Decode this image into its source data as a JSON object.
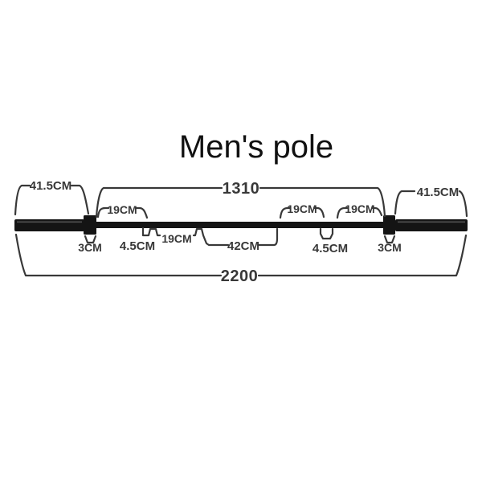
{
  "title": "Men's pole",
  "colors": {
    "bar": "#141414",
    "dimension_line": "#383838",
    "text": "#383838",
    "background": "#ffffff"
  },
  "dimensions": {
    "left_sleeve": "41.5CM",
    "shaft_length": "1310",
    "right_sleeve": "41.5CM",
    "total_length": "2200",
    "knurl_left_outer": "19CM",
    "knurl_left_inner": "19CM",
    "knurl_right_inner": "19CM",
    "knurl_right_outer": "19CM",
    "left_collar": "3CM",
    "right_collar": "3CM",
    "left_ring": "4.5CM",
    "right_ring": "4.5CM",
    "center_section": "42CM"
  }
}
